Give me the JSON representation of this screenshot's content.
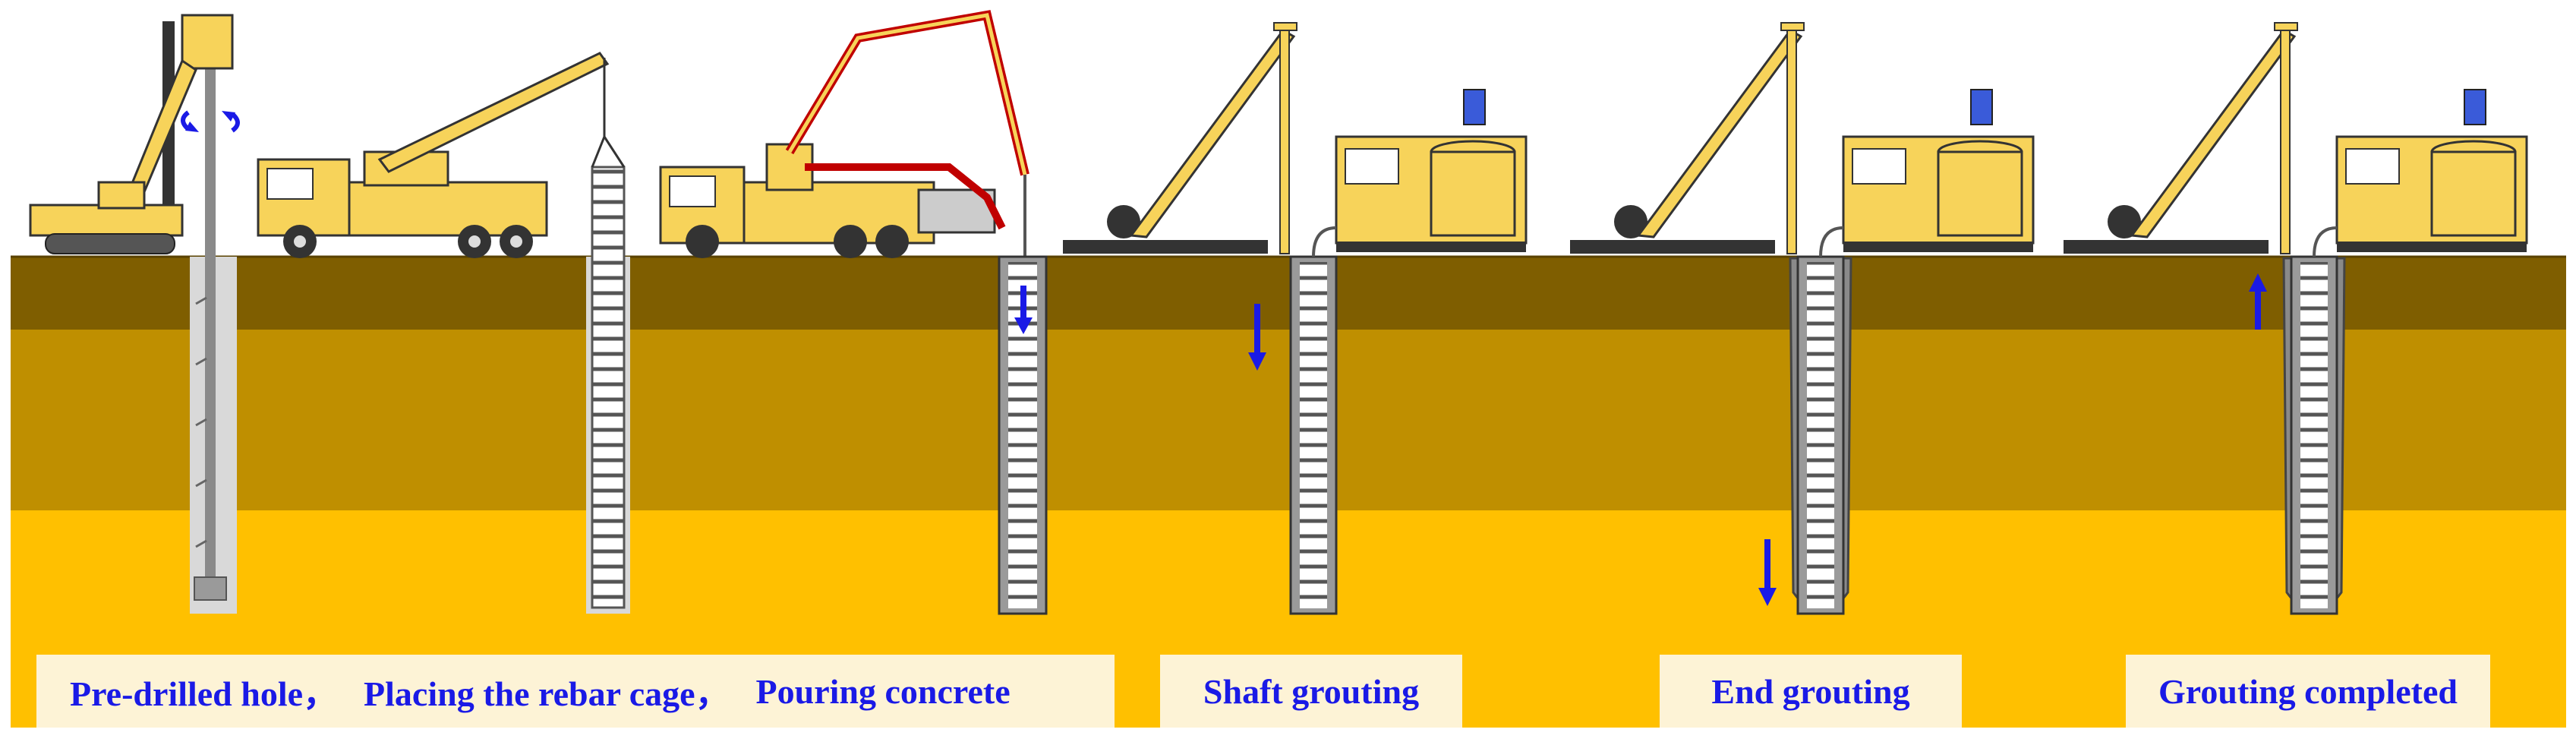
{
  "captions": {
    "predrilled": "Pre-drilled hole，",
    "rebar": "Placing the rebar cage，",
    "concrete": "Pouring concrete",
    "shaft": "Shaft grouting",
    "end": "End grouting",
    "completed": "Grouting completed"
  },
  "colors": {
    "soil_top": "#7F5E00",
    "soil_mid1": "#BF8F00",
    "soil_mid2": "#BF9000",
    "soil_bottom": "#FFC000",
    "caption_bg": "#FDF3D6",
    "caption_text": "#1A1AE6",
    "machine_yellow": "#F7D35A",
    "boom_red": "#C00000",
    "arrow_blue": "#1A1AE6"
  },
  "icons": {
    "rotation": "rotation-arrows-icon",
    "down": "arrow-down-icon",
    "up": "arrow-up-icon"
  }
}
